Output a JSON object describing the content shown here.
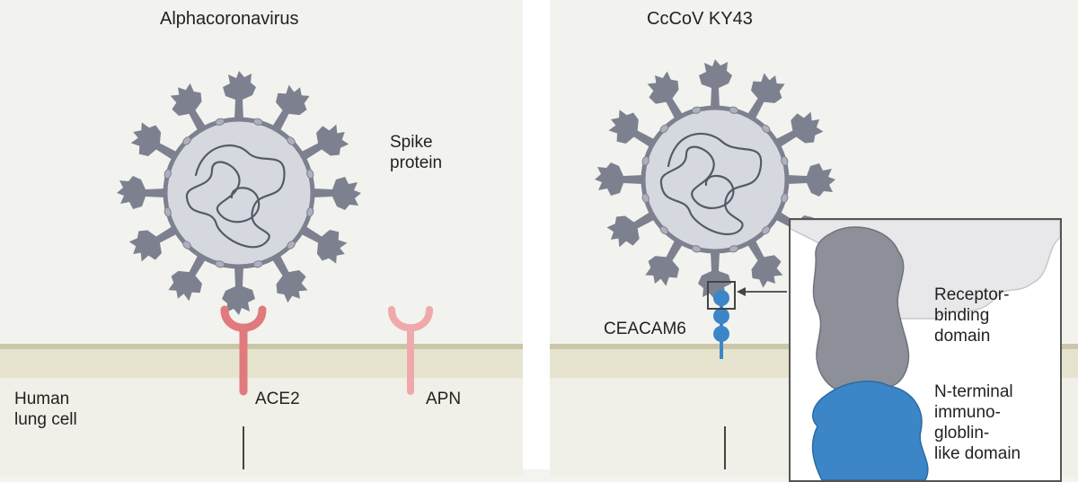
{
  "panel_a": {
    "title": "Alphacoronavirus",
    "spike_label_line1": "Spike",
    "spike_label_line2": "protein",
    "cell_label_line1": "Human",
    "cell_label_line2": "lung cell",
    "receptor1": "ACE2",
    "receptor2": "APN"
  },
  "panel_b": {
    "title": "CcCoV KY43",
    "receptor": "CEACAM6",
    "inset": {
      "rbd_line1": "Receptor-",
      "rbd_line2": "binding",
      "rbd_line3": "domain",
      "nterm_line1": "N-terminal",
      "nterm_line2": "immuno-",
      "nterm_line3": "globlin-",
      "nterm_line4": "like domain"
    }
  },
  "colors": {
    "virus_spike": "#7d818f",
    "virus_envelope": "#d6d8e0",
    "receptor_red": "#e07a7d",
    "ceacam_blue": "#3c86c8",
    "membrane": "#e6e4cf"
  }
}
